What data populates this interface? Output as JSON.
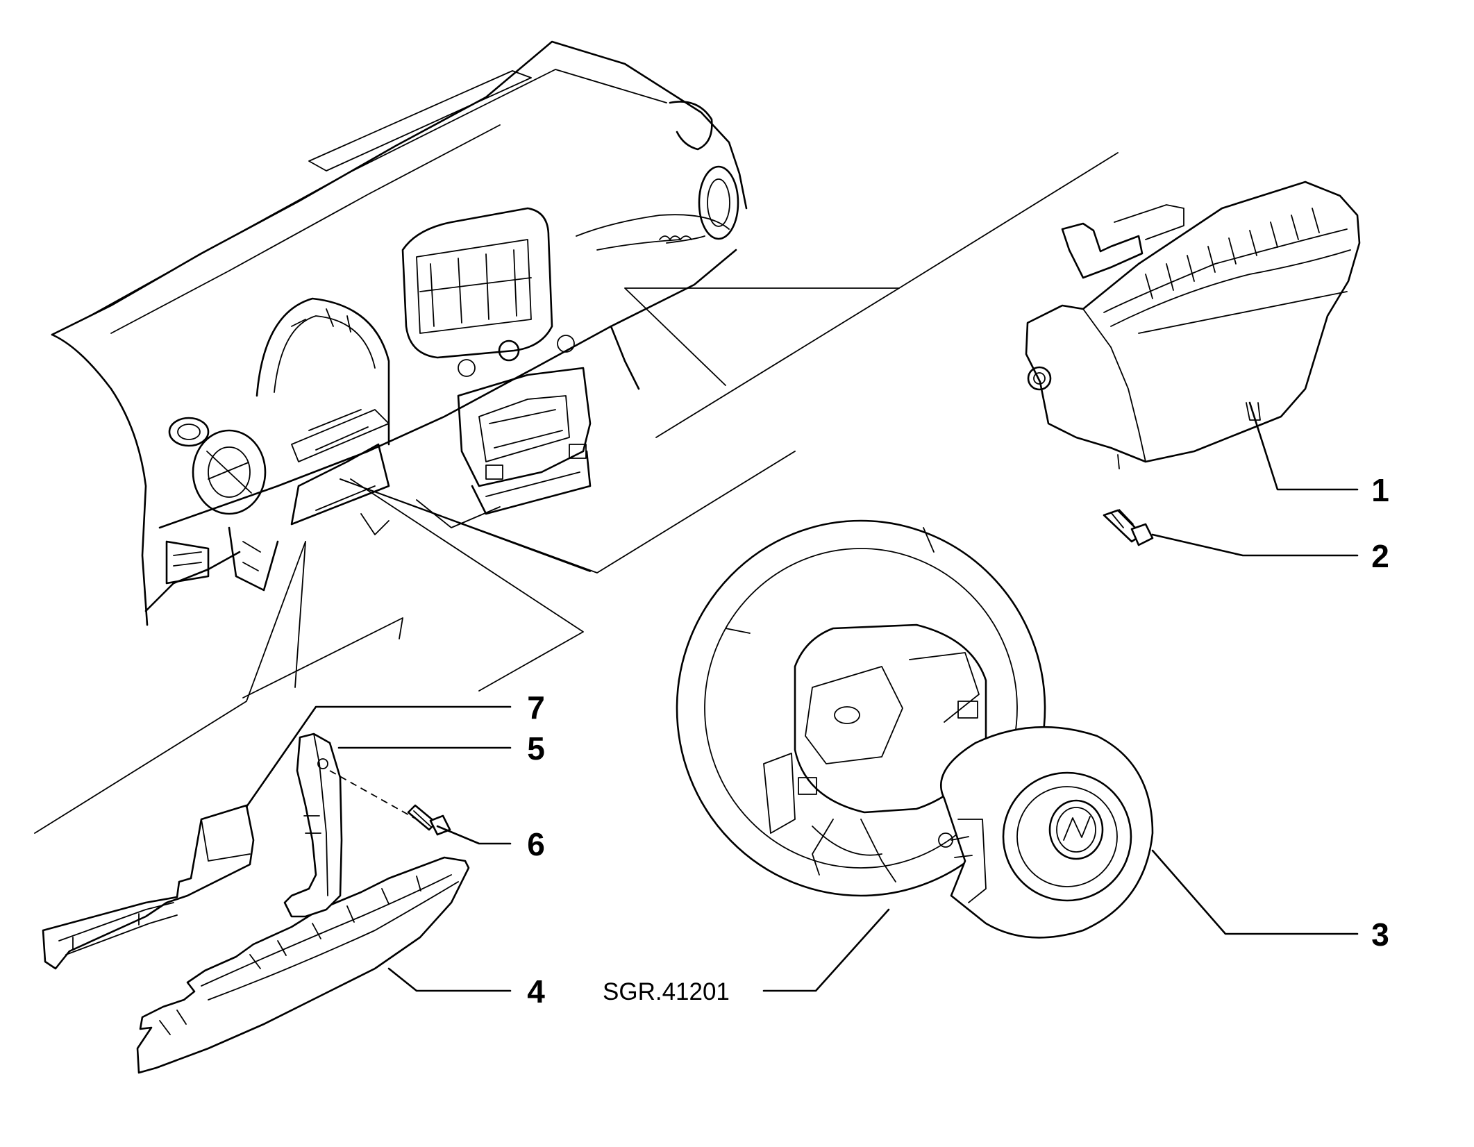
{
  "drawing": {
    "reference_code": "SGR.41201"
  },
  "callouts": [
    {
      "id": "1",
      "label": "1"
    },
    {
      "id": "2",
      "label": "2"
    },
    {
      "id": "3",
      "label": "3"
    },
    {
      "id": "4",
      "label": "4"
    },
    {
      "id": "5",
      "label": "5"
    },
    {
      "id": "6",
      "label": "6"
    },
    {
      "id": "7",
      "label": "7"
    }
  ],
  "colors": {
    "line": "#000000",
    "background": "#ffffff"
  }
}
